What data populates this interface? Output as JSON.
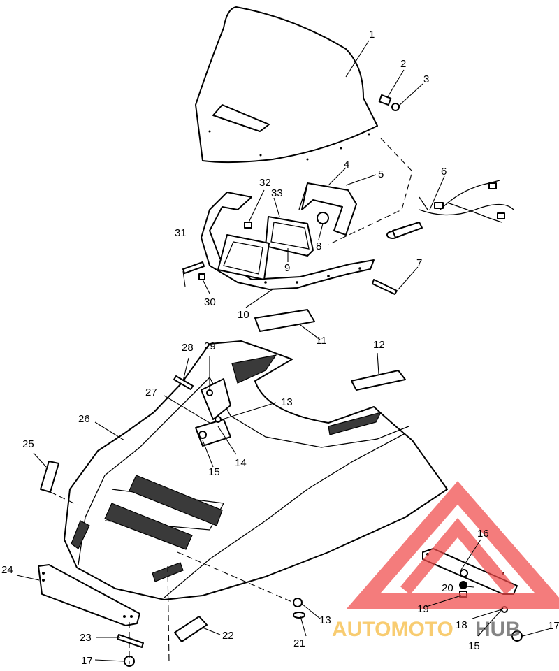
{
  "callouts": [
    {
      "label": "1"
    },
    {
      "label": "2"
    },
    {
      "label": "3"
    },
    {
      "label": "4"
    },
    {
      "label": "5"
    },
    {
      "label": "6"
    },
    {
      "label": "7"
    },
    {
      "label": "8"
    },
    {
      "label": "9"
    },
    {
      "label": "10"
    },
    {
      "label": "11"
    },
    {
      "label": "12"
    },
    {
      "label": "13"
    },
    {
      "label": "13"
    },
    {
      "label": "14"
    },
    {
      "label": "15"
    },
    {
      "label": "15"
    },
    {
      "label": "16"
    },
    {
      "label": "17"
    },
    {
      "label": "17"
    },
    {
      "label": "18"
    },
    {
      "label": "19"
    },
    {
      "label": "20"
    },
    {
      "label": "21"
    },
    {
      "label": "22"
    },
    {
      "label": "23"
    },
    {
      "label": "24"
    },
    {
      "label": "25"
    },
    {
      "label": "26"
    },
    {
      "label": "27"
    },
    {
      "label": "28"
    },
    {
      "label": "29"
    },
    {
      "label": "30"
    },
    {
      "label": "31"
    },
    {
      "label": "32"
    },
    {
      "label": "33"
    }
  ],
  "watermark": {
    "text_part1": "AUTOMOTO",
    "text_part2": "HUB",
    "color_primary": "#f04a4a",
    "color_secondary": "#f6b93b",
    "color_dark": "#555555"
  }
}
